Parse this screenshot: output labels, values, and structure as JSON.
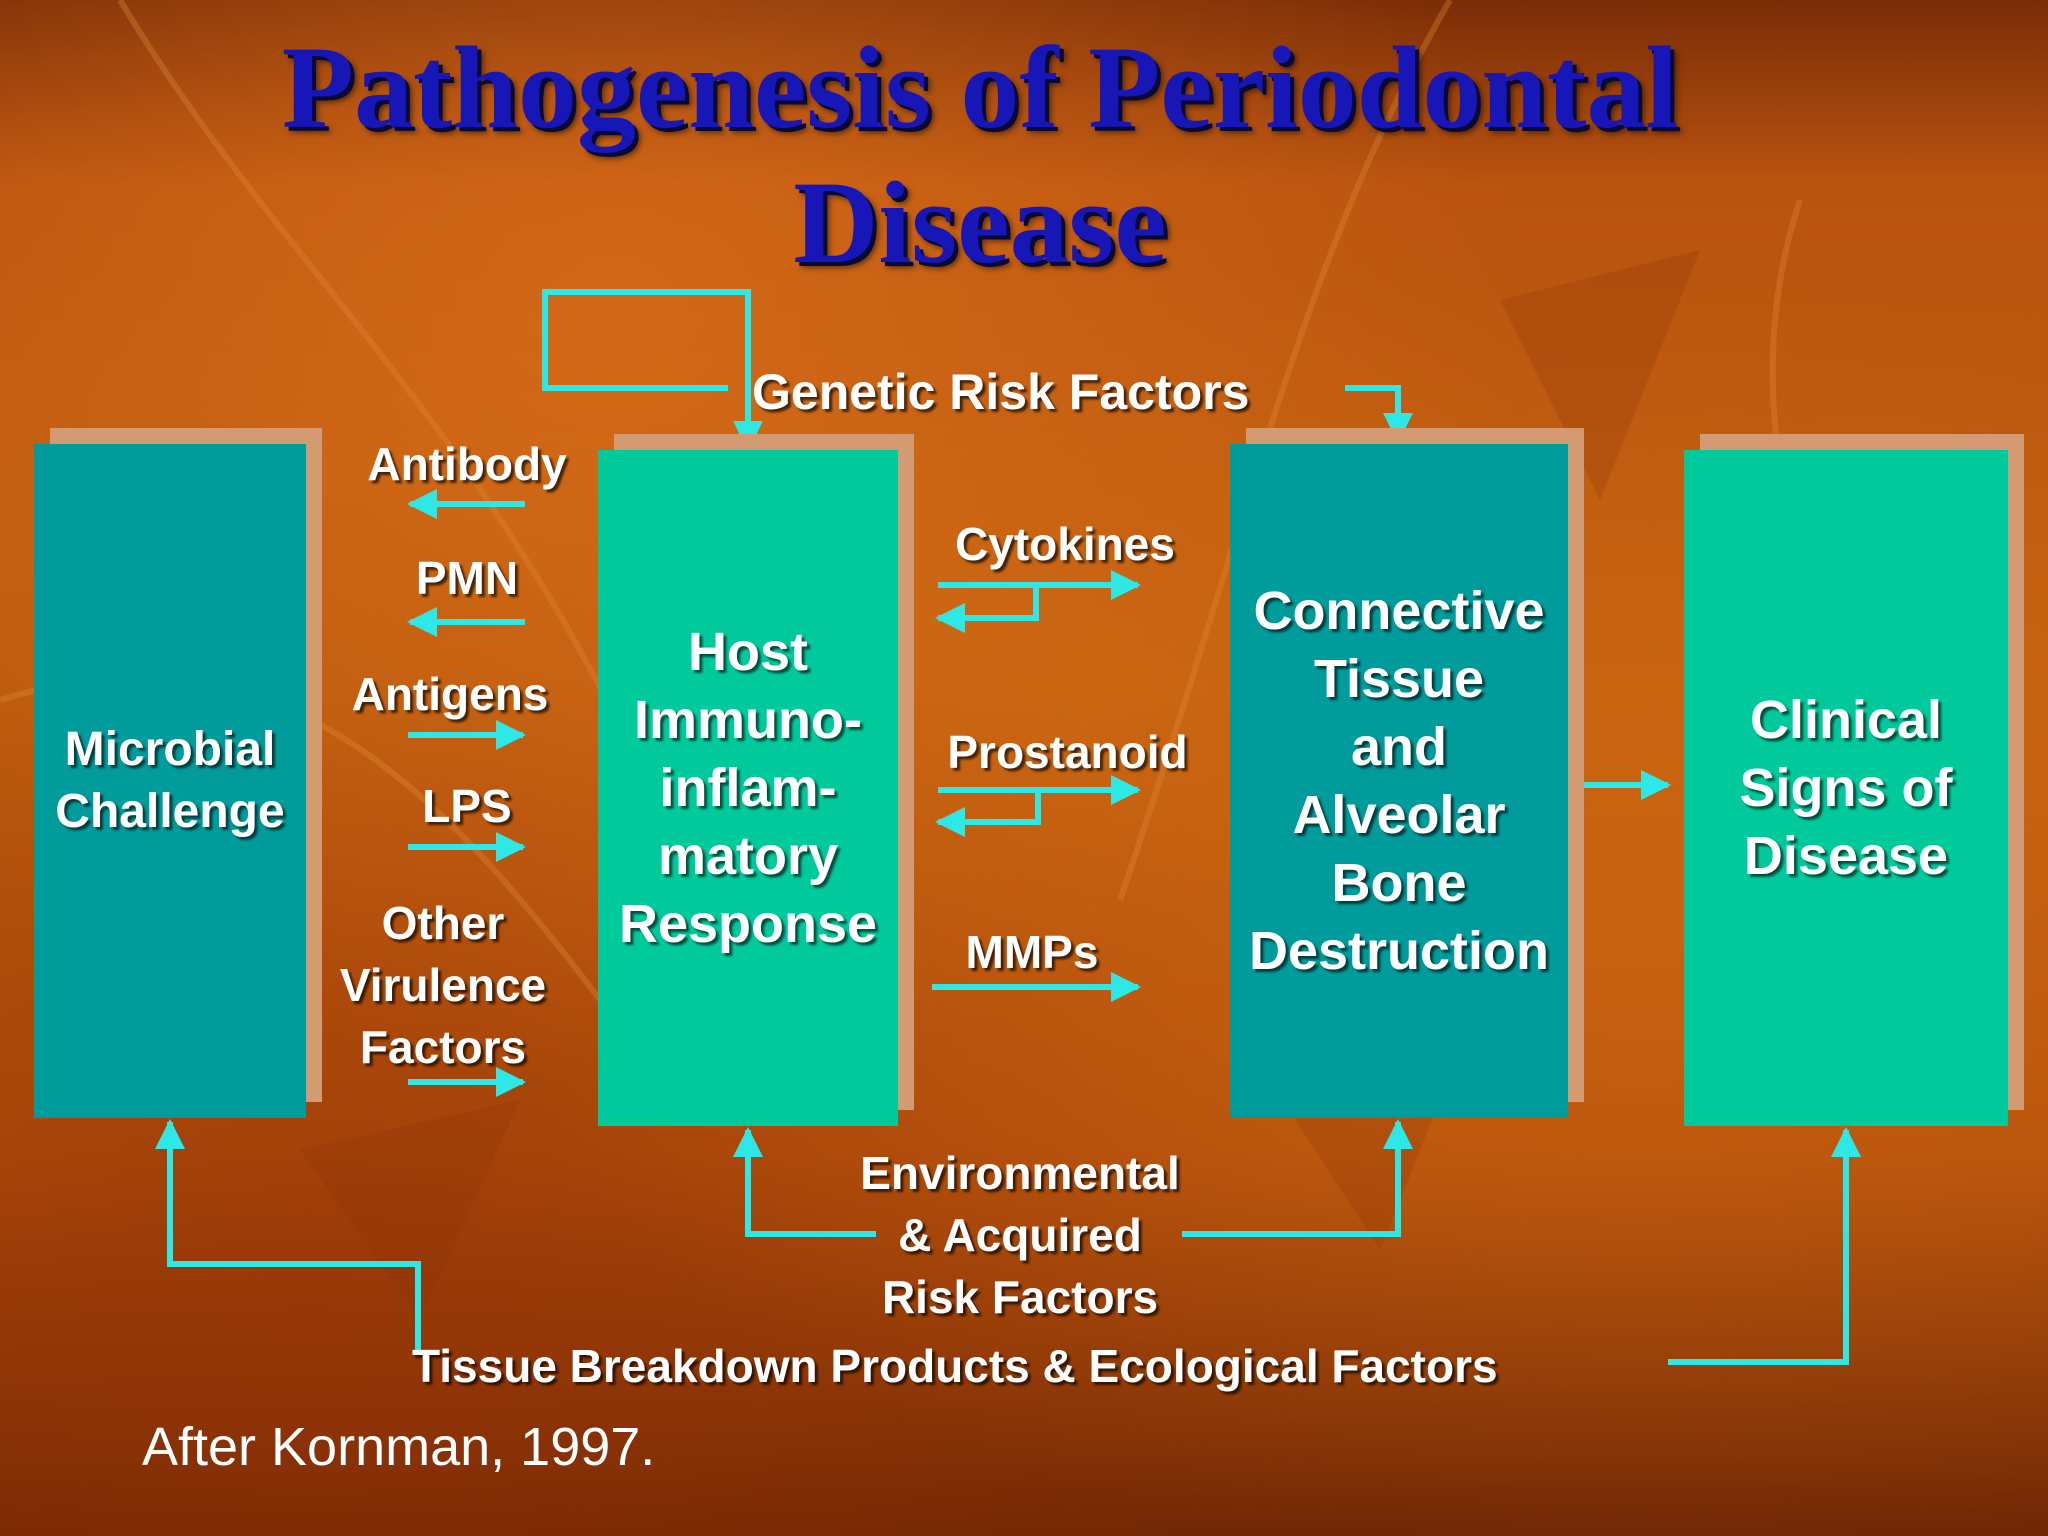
{
  "title": {
    "line1": "Pathogenesis of Periodontal",
    "line2": "Disease"
  },
  "boxes": {
    "microbial": "Microbial\nChallenge",
    "host": "Host\nImmuno-\ninflam-\nmatory\nResponse",
    "connective": "Connective\nTissue\nand\nAlveolar\nBone\nDestruction",
    "clinical": "Clinical\nSigns of\nDisease"
  },
  "labels": {
    "genetic": "Genetic Risk Factors",
    "antibody": "Antibody",
    "pmn": "PMN",
    "antigens": "Antigens",
    "lps": "LPS",
    "other_virulence": "Other\nVirulence\nFactors",
    "cytokines": "Cytokines",
    "prostanoid": "Prostanoid",
    "mmps": "MMPs",
    "environmental": "Environmental\n& Acquired\nRisk Factors",
    "tissue_breakdown": "Tissue Breakdown Products & Ecological Factors"
  },
  "citation": "After Kornman, 1997.",
  "colors": {
    "arrow": "#2ee8e8",
    "box_dark": "#009b9b",
    "box_light": "#00c99c",
    "title": "#1717b8"
  }
}
